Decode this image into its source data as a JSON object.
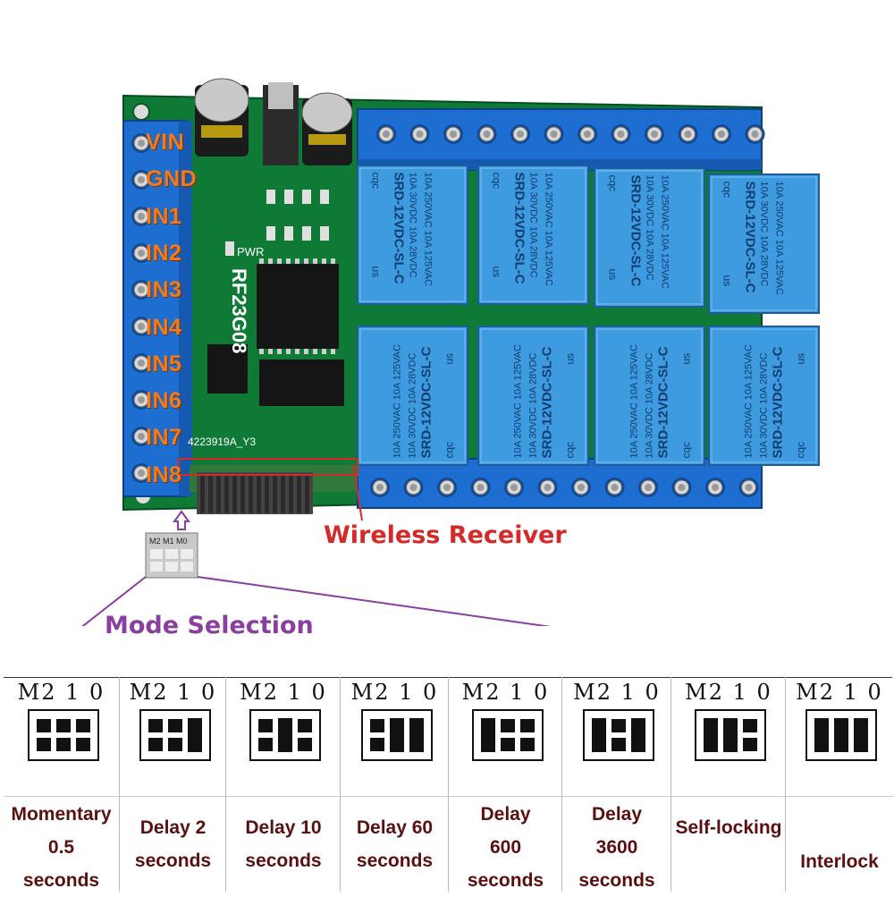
{
  "pins": [
    "VIN",
    "GND",
    "IN1",
    "IN2",
    "IN3",
    "IN4",
    "IN5",
    "IN6",
    "IN7",
    "IN8"
  ],
  "board": {
    "model": "RF23G08",
    "pwr_label": "PWR",
    "serial": "4223919A_Y3",
    "jumper_header_label": "M2 M1 M0",
    "relay_label_1": "10A 250VAC 10A 125VAC",
    "relay_label_2": "10A 30VDC 10A 28VDC",
    "relay_model": "SRD-12VDC-SL-C",
    "relay_brand": "cqc",
    "relay_cert": "us"
  },
  "wireless_receiver_label": "Wireless Receiver",
  "mode_selection_title": "Mode Selection",
  "jumper_header": "M2 1 0",
  "modes": [
    {
      "caption_lines": [
        "Momentary",
        "0.5",
        "seconds"
      ]
    },
    {
      "caption_lines": [
        "Delay 2",
        "seconds"
      ]
    },
    {
      "caption_lines": [
        "Delay 10",
        "seconds"
      ]
    },
    {
      "caption_lines": [
        "Delay 60",
        "seconds"
      ]
    },
    {
      "caption_lines": [
        "Delay",
        "600",
        "seconds"
      ]
    },
    {
      "caption_lines": [
        "Delay",
        "3600",
        "seconds"
      ]
    },
    {
      "caption_lines": [
        "Self-locking"
      ]
    },
    {
      "caption_lines": [
        "Interlock"
      ]
    }
  ],
  "colors": {
    "pcb": "#0f7a36",
    "terminal": "#1e6fd0",
    "relay": "#3f9be0",
    "pin_label": "#f07a1e",
    "wireless_label": "#d42a2a",
    "mode_title": "#8a3fa0",
    "caption": "#5a1010"
  }
}
